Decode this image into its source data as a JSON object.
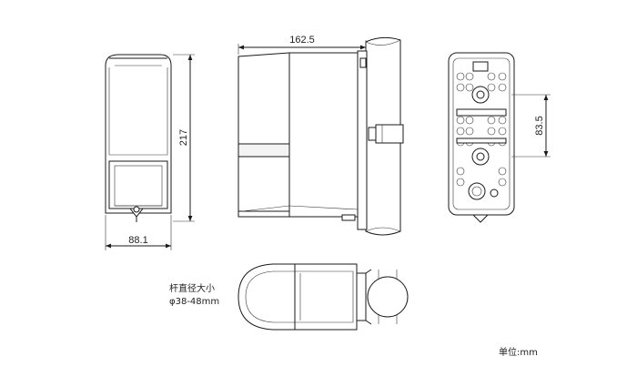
{
  "dimensions": {
    "width_front": "88.1",
    "height_front": "217",
    "depth_side": "162.5",
    "hole_spacing": "83.5"
  },
  "notes": {
    "pole_diameter_line1": "杆直径大小",
    "pole_diameter_line2": "φ38-48mm",
    "unit": "单位:mm"
  }
}
